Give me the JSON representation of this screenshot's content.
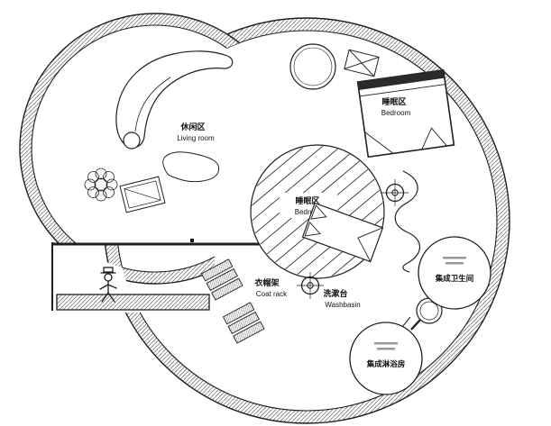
{
  "plan": {
    "areas": {
      "living_room": {
        "zh": "休闲区",
        "en": "Living room"
      },
      "bedroom_upper": {
        "zh": "睡眠区",
        "en": "Bedroom"
      },
      "bedroom_center": {
        "zh": "睡眠区",
        "en": "Bedroom"
      },
      "coat_rack": {
        "zh": "衣帽架",
        "en": "Coat rack"
      },
      "washbasin": {
        "zh": "洗漱台",
        "en": "Washbasin"
      },
      "bathroom_pod": {
        "zh": "集成卫生间"
      },
      "shower_pod": {
        "zh": "集成淋浴房"
      }
    },
    "icons": {
      "crosshair": "circle-crosshair-symbol",
      "window": "crossed-box-window-symbol",
      "arrow": "direction-arrow-down-left",
      "plant": "potted-plant",
      "person": "person-figure",
      "washbasin": "round-basin"
    },
    "colors": {
      "line": "#1f1f1f",
      "hatch": "#3c3c3c",
      "background": "#ffffff"
    }
  }
}
